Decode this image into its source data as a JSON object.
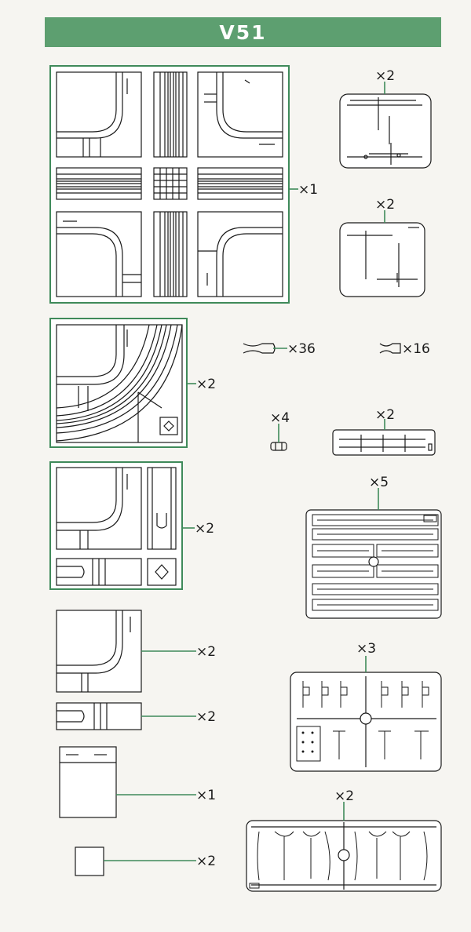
{
  "header": {
    "title": "V51"
  },
  "parts": {
    "crossing_plate": {
      "qty": "×1"
    },
    "curve_plate": {
      "qty": "×2"
    },
    "t_plate": {
      "qty": "×2"
    },
    "corner_plate": {
      "qty": "×2"
    },
    "small_strip": {
      "qty": "×2"
    },
    "flat_plate": {
      "qty": "×1"
    },
    "square_tile": {
      "qty": "×2"
    },
    "sprue_poles_a": {
      "qty": "×2"
    },
    "sprue_poles_b": {
      "qty": "×2"
    },
    "joiner_large": {
      "qty": "×36"
    },
    "joiner_small": {
      "qty": "×16"
    },
    "clip": {
      "qty": "×4"
    },
    "sprue_rail_small": {
      "qty": "×2"
    },
    "sprue_fences": {
      "qty": "×5"
    },
    "sprue_signs": {
      "qty": "×3"
    },
    "sprue_arches": {
      "qty": "×2"
    }
  },
  "colors": {
    "accent": "#5d9f70",
    "line": "#1a1a1a",
    "frame": "#3f8a5a"
  }
}
